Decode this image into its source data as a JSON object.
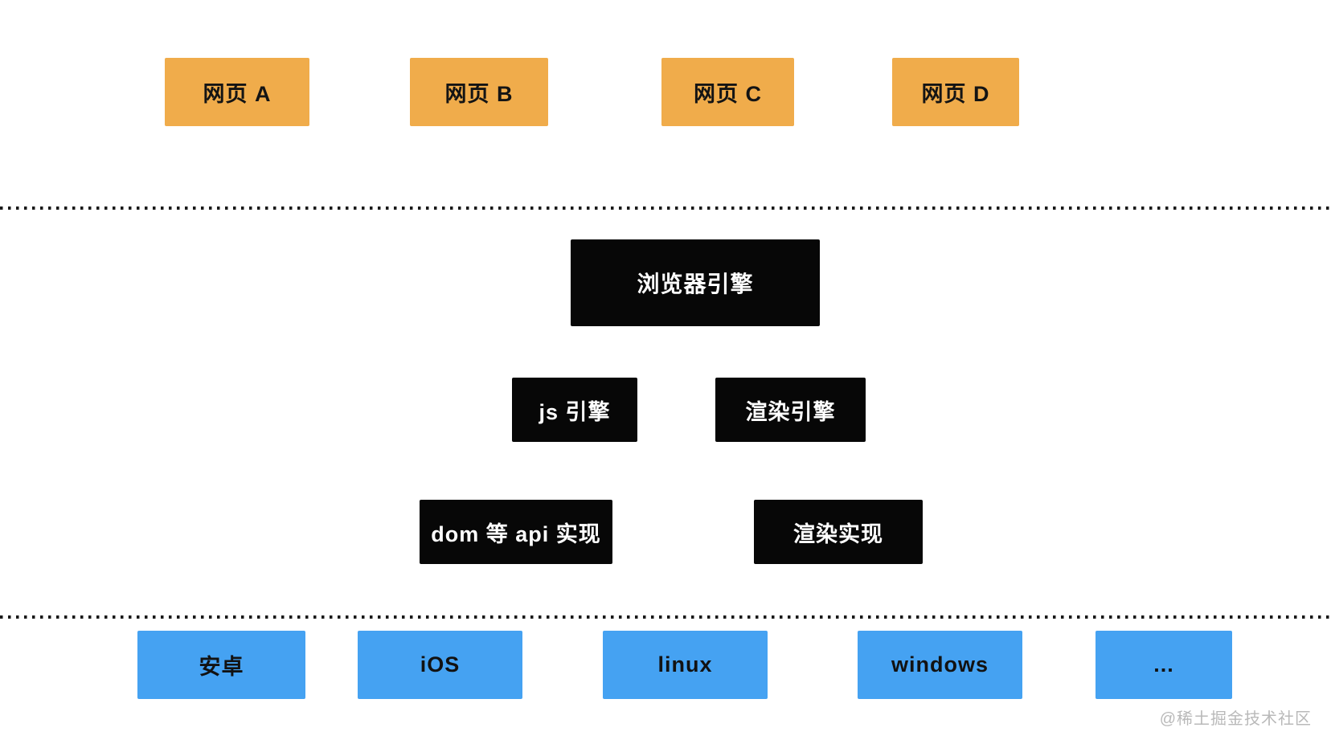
{
  "diagram": {
    "layers": {
      "web_pages": {
        "items": [
          {
            "label": "网页 A"
          },
          {
            "label": "网页 B"
          },
          {
            "label": "网页 C"
          },
          {
            "label": "网页 D"
          }
        ]
      },
      "browser_engine": {
        "label": "浏览器引擎"
      },
      "engines": {
        "items": [
          {
            "label": "js 引擎"
          },
          {
            "label": "渲染引擎"
          }
        ]
      },
      "implementations": {
        "items": [
          {
            "label": "dom 等 api 实现"
          },
          {
            "label": "渲染实现"
          }
        ]
      },
      "platforms": {
        "items": [
          {
            "label": "安卓"
          },
          {
            "label": "iOS"
          },
          {
            "label": "linux"
          },
          {
            "label": "windows"
          },
          {
            "label": "..."
          }
        ]
      }
    },
    "watermark": "@稀土掘金技术社区",
    "colors": {
      "web_page_box": "#F0AC4B",
      "engine_box": "#070707",
      "platform_box": "#45A2F2",
      "box_text_dark": "#141414",
      "box_text_light": "#FFFFFF",
      "dotted_line": "#1A1A1A",
      "watermark_text": "#B9B9B9",
      "background": "#FFFFFF"
    }
  }
}
